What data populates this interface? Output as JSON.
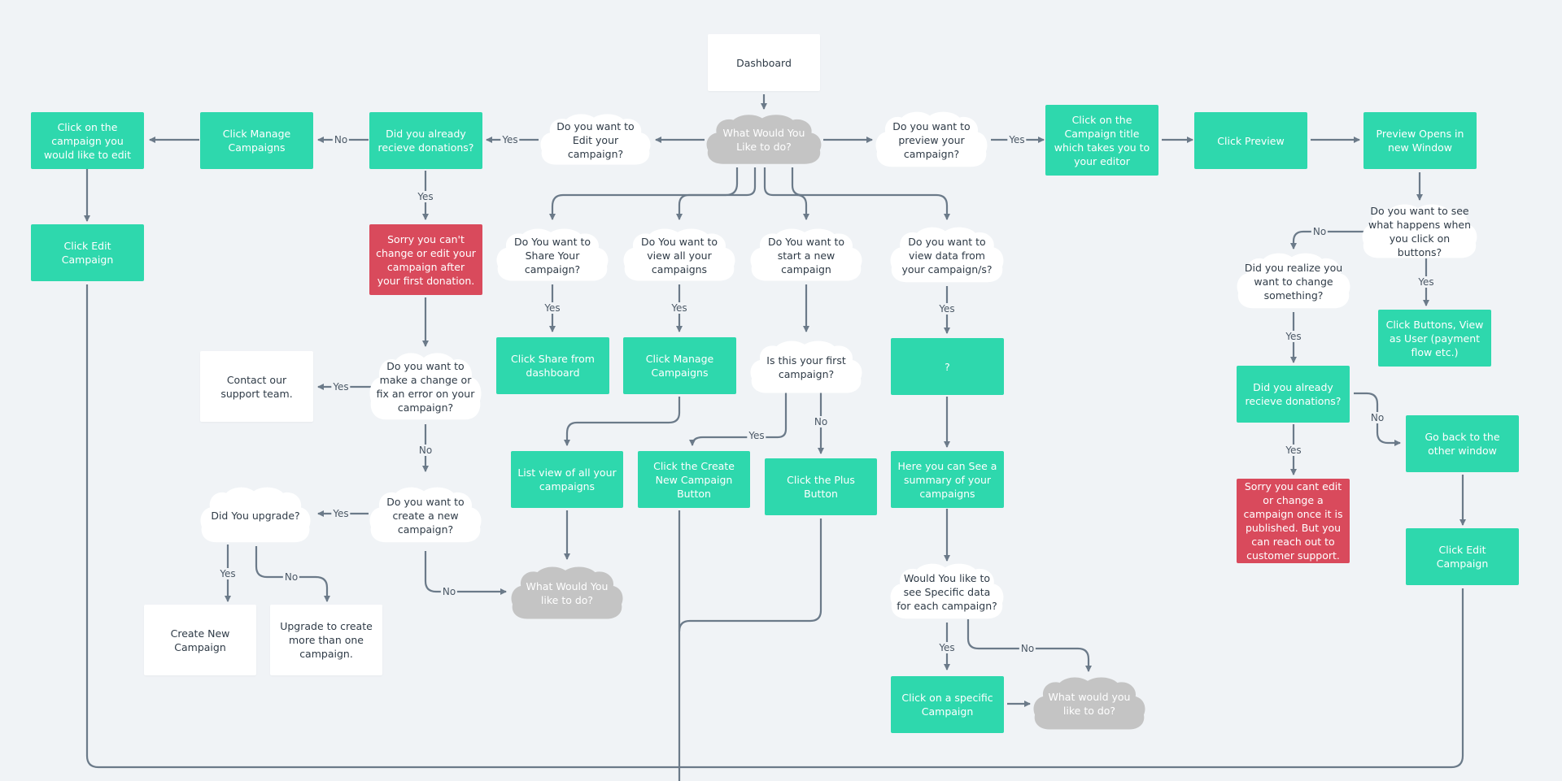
{
  "colors": {
    "process": "#2ed8ad",
    "warning": "#d94a5c",
    "decision_cloud": "#ffffff",
    "end_cloud": "#c4c4c4",
    "connector": "#6b7a89",
    "background": "#f0f3f6"
  },
  "nodes": {
    "dashboard": "Dashboard",
    "what_would_you_like": "What Would You Like to do?",
    "edit_campaign_q": "Do you want to Edit your campaign?",
    "already_donations_q": "Did you already recieve donations?",
    "click_manage_campaigns_left": "Click Manage Campaigns",
    "click_on_campaign_edit": "Click on the campaign you would like to edit",
    "click_edit_campaign_left": "Click Edit Campaign",
    "sorry_cant_change": "Sorry you can't change or edit your campaign after your first donation.",
    "make_change_q": "Do you want to make a change or fix an error on your campaign?",
    "contact_support": "Contact our support team.",
    "create_new_q": "Do you want to create a new campaign?",
    "did_you_upgrade_q": "Did You upgrade?",
    "create_new_campaign": "Create New Campaign",
    "upgrade_to_create": "Upgrade to create more than one campaign.",
    "what_would_you_like_2": "What Would You like to do?",
    "share_q": "Do You want to Share Your campaign?",
    "click_share": "Click Share from dashboard",
    "view_all_q": "Do You want to view all your campaigns",
    "click_manage_campaigns_mid": "Click Manage Campaigns",
    "list_view": "List view of all your campaigns",
    "start_new_q": "Do You want to start a new campaign",
    "first_campaign_q": "Is this your first campaign?",
    "click_create_new_button": "Click the Create New Campaign Button",
    "click_plus_button": "Click the Plus Button",
    "view_data_q": "Do you want to view data from your campaign/s?",
    "unknown": "?",
    "summary": "Here you can See a summary of your campaigns",
    "specific_data_q": "Would You like to see Specific data for each campaign?",
    "click_specific_campaign": "Click on a specific Campaign",
    "what_would_you_like_3": "What would you like to do?",
    "preview_q": "Do you want to preview your campaign?",
    "click_campaign_title": "Click on the Campaign title which takes you to your editor",
    "click_preview": "Click Preview",
    "preview_opens": "Preview Opens in new Window",
    "buttons_q": "Do you want to see what happens when you click on buttons?",
    "click_buttons_view": "Click Buttons, View as User (payment flow etc.)",
    "realize_change_q": "Did you realize you want to change something?",
    "already_donations_q_right": "Did you already recieve donations?",
    "sorry_cant_edit": "Sorry you cant edit or change a campaign once it is published. But you can reach out to customer support.",
    "go_back_window": "Go back to the other window",
    "click_edit_campaign_right": "Click Edit Campaign"
  },
  "edge_labels": {
    "yes": "Yes",
    "no": "No"
  }
}
